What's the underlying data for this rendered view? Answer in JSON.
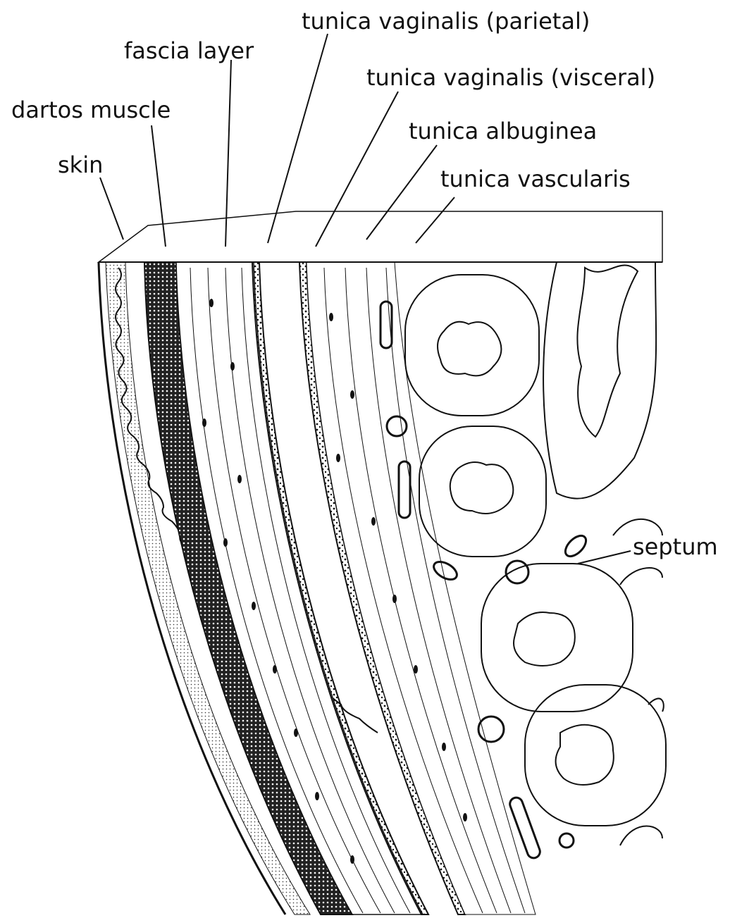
{
  "labels": {
    "tunica_vaginalis_parietal": "tunica vaginalis (parietal)",
    "fascia_layer": "fascia layer",
    "tunica_vaginalis_visceral": "tunica vaginalis (visceral)",
    "dartos_muscle": "dartos muscle",
    "tunica_albuginea": "tunica albuginea",
    "skin": "skin",
    "tunica_vascularis": "tunica vascularis",
    "septum": "septum"
  },
  "colors": {
    "ink": "#111111",
    "background": "#ffffff"
  }
}
